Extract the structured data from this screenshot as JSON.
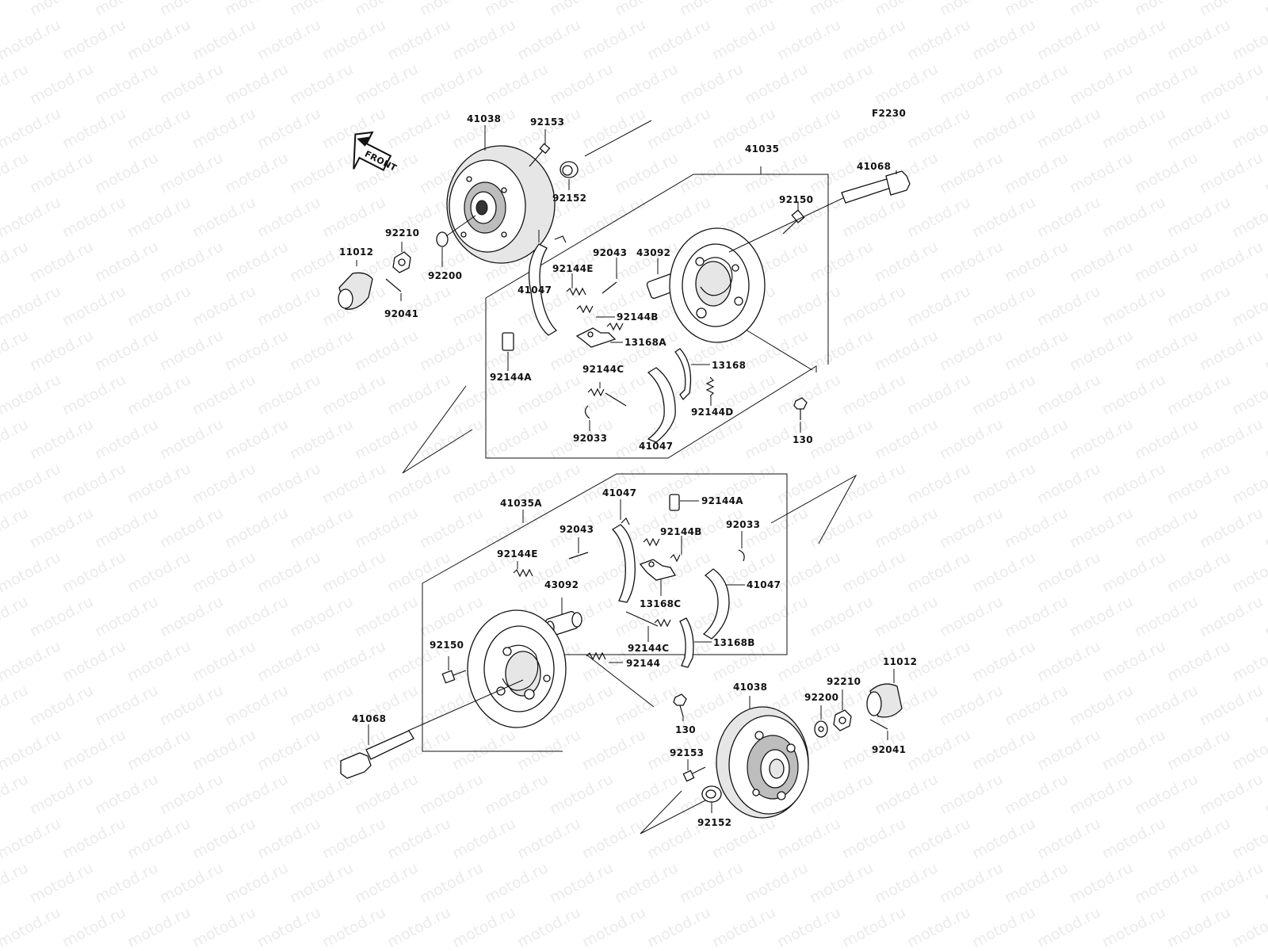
{
  "diagram": {
    "code": "F2230",
    "front_label": "FRONT",
    "watermark": "motod.ru",
    "upper_labels": {
      "drum": "41038",
      "bolt_92153": "92153",
      "seal_92152": "92152",
      "assembly": "41035",
      "axle": "41068",
      "bolt_92150": "92150",
      "nut": "92210",
      "washer": "92200",
      "cap": "11012",
      "pin": "92041",
      "spring_92043": "92043",
      "cylinder": "43092",
      "spring_e": "92144E",
      "shoe_left": "41047",
      "spring_b": "92144B",
      "adjuster_a": "13168A",
      "clip_a": "92144A",
      "spring_c": "92144C",
      "lever": "13168",
      "spring_d": "92144D",
      "clip_92033": "92033",
      "shoe_right": "41047",
      "bolt_130": "130"
    },
    "lower_labels": {
      "assembly": "41035A",
      "shoe_top": "41047",
      "clip_a": "92144A",
      "spring_92043": "92043",
      "spring_b": "92144B",
      "clip_92033": "92033",
      "spring_e": "92144E",
      "shoe_right": "41047",
      "cylinder": "43092",
      "adjuster_c": "13168C",
      "bolt_92150": "92150",
      "spring_c": "92144C",
      "lever_b": "13168B",
      "spring": "92144",
      "cap": "11012",
      "nut": "92210",
      "drum": "41038",
      "washer": "92200",
      "bolt_130": "130",
      "axle": "41068",
      "pin": "92041",
      "bolt_92153": "92153",
      "seal_92152": "92152"
    }
  }
}
